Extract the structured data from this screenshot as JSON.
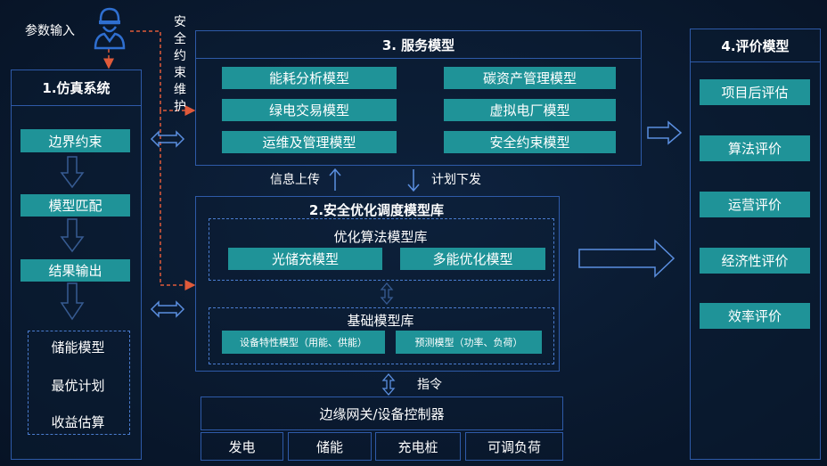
{
  "input": {
    "label": "参数输入",
    "user_icon": "user-icon"
  },
  "safety_vertical": [
    "安",
    "全",
    "约",
    "束",
    "维",
    "护"
  ],
  "sim": {
    "title": "1.仿真系统",
    "steps": [
      "边界约束",
      "模型匹配",
      "结果输出"
    ],
    "outputs": [
      "储能模型",
      "最优计划",
      "收益估算"
    ]
  },
  "service": {
    "title": "3. 服务模型",
    "models": [
      "能耗分析模型",
      "碳资产管理模型",
      "绿电交易模型",
      "虚拟电厂模型",
      "运维及管理模型",
      "安全约束模型"
    ]
  },
  "links": {
    "upload": "信息上传",
    "dispatch": "计划下发",
    "command": "指令"
  },
  "library": {
    "title": "2.安全优化调度模型库",
    "algo_title": "优化算法模型库",
    "algo_models": [
      "光储充模型",
      "多能优化模型"
    ],
    "base_title": "基础模型库",
    "base_models": [
      "设备特性模型（用能、供能）",
      "预测模型（功率、负荷）"
    ]
  },
  "edge": {
    "title": "边缘网关/设备控制器",
    "devices": [
      "发电",
      "储能",
      "充电桩",
      "可调负荷"
    ]
  },
  "eval": {
    "title": "4.评价模型",
    "items": [
      "项目后评估",
      "算法评价",
      "运营评价",
      "经济性评价",
      "效率评价"
    ]
  },
  "colors": {
    "background": "#0a1a30",
    "border": "#2e5aa8",
    "teal": "#1f9398",
    "accent_dash": "#e05a3a"
  }
}
